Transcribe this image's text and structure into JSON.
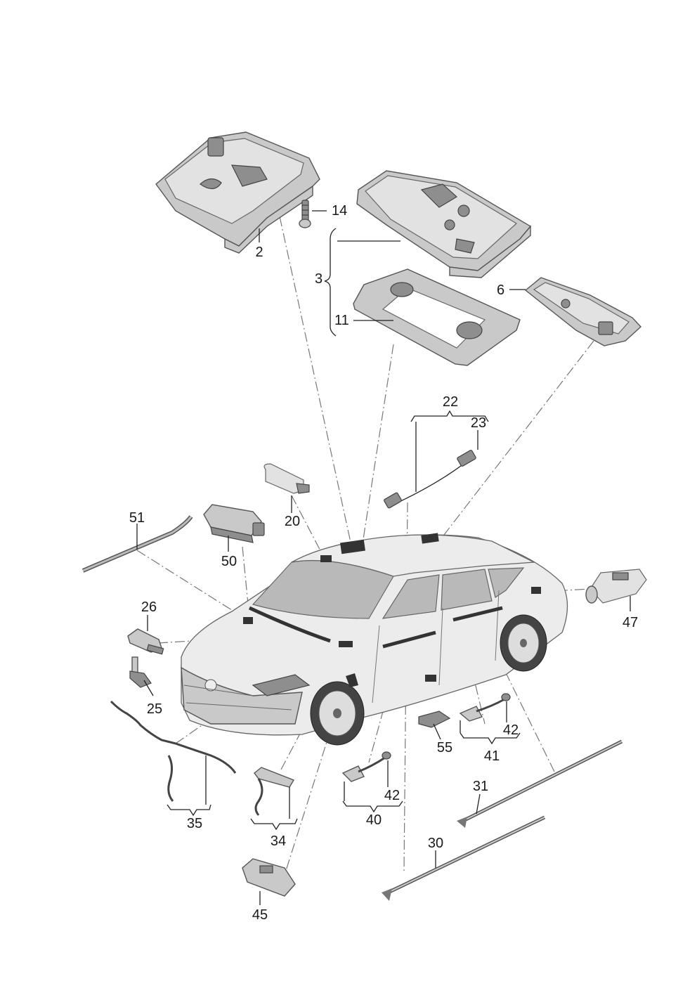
{
  "labels": {
    "p2": "2",
    "p3": "3",
    "p6": "6",
    "p11": "11",
    "p14": "14",
    "p20": "20",
    "p22": "22",
    "p23": "23",
    "p25": "25",
    "p26": "26",
    "p30": "30",
    "p31": "31",
    "p34": "34",
    "p35": "35",
    "p40": "40",
    "p41": "41",
    "p42a": "42",
    "p42b": "42",
    "p45": "45",
    "p47": "47",
    "p50": "50",
    "p51": "51",
    "p55": "55"
  }
}
